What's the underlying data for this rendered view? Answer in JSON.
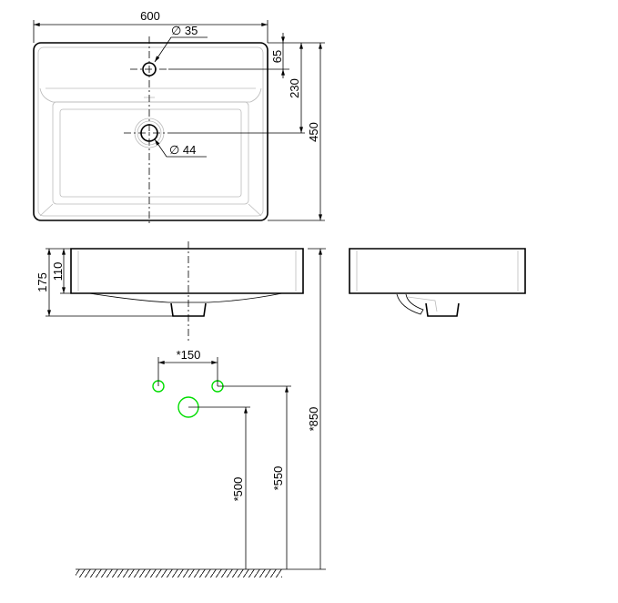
{
  "drawing": {
    "top_view": {
      "width_label": "600",
      "depth_label": "450",
      "tap_offset_label": "65",
      "drain_offset_label": "230",
      "tap_hole_label": "∅ 35",
      "drain_hole_label": "∅ 44"
    },
    "front_view": {
      "total_height_label": "175",
      "body_height_label": "110"
    },
    "installation": {
      "supply_spacing_label": "*150",
      "rim_height_label": "*850",
      "supply_height_label": "*550",
      "drain_height_label": "*500"
    },
    "colors": {
      "supply_marker": "#00dd00"
    }
  }
}
